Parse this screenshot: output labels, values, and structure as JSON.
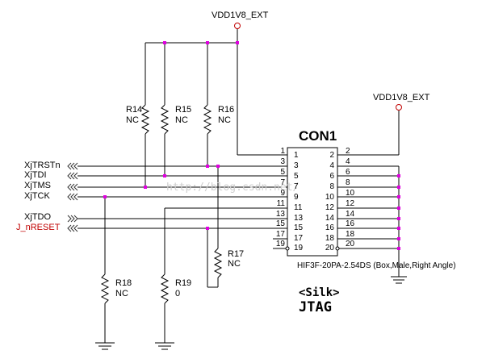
{
  "power": {
    "top": "VDD1V8_EXT",
    "right": "VDD1V8_EXT"
  },
  "connector": {
    "refdes": "CON1",
    "part": "HIF3F-20PA-2.54DS (Box,Male,Right Angle)",
    "silk": "<Silk>",
    "silk_name": "JTAG",
    "inner_left": [
      "1",
      "3",
      "5",
      "7",
      "9",
      "11",
      "13",
      "15",
      "17",
      "19"
    ],
    "inner_right": [
      "2",
      "4",
      "6",
      "8",
      "10",
      "12",
      "14",
      "16",
      "18",
      "20"
    ],
    "outer_left": [
      "1",
      "3",
      "5",
      "7",
      "9",
      "11",
      "13",
      "15",
      "17",
      "19"
    ],
    "outer_right": [
      "2",
      "4",
      "6",
      "8",
      "10",
      "12",
      "14",
      "16",
      "18",
      "20"
    ]
  },
  "signals": [
    "XjTRSTn",
    "XjTDI",
    "XjTMS",
    "XjTCK",
    "XjTDO",
    "J_nRESET"
  ],
  "signal_colors": {
    "normal": "#000000",
    "reset": "#c00000",
    "junction": "#e000e0",
    "wire": "#000000"
  },
  "resistors": {
    "r14": {
      "ref": "R14",
      "val": "NC"
    },
    "r15": {
      "ref": "R15",
      "val": "NC"
    },
    "r16": {
      "ref": "R16",
      "val": "NC"
    },
    "r17": {
      "ref": "R17",
      "val": "NC"
    },
    "r18": {
      "ref": "R18",
      "val": "NC"
    },
    "r19": {
      "ref": "R19",
      "val": "0"
    }
  },
  "watermark": "http://blog.csdn.net/"
}
